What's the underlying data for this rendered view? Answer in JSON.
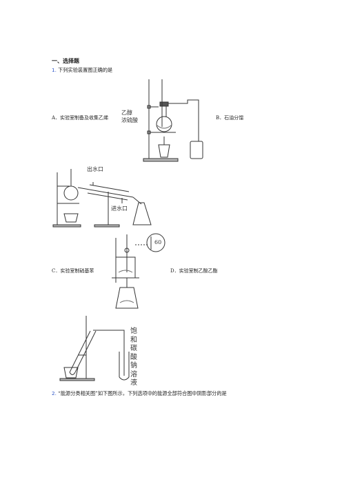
{
  "section": {
    "title": "一、选择题"
  },
  "q1": {
    "number": "1.",
    "text": "下列实验装置图正确的是",
    "options": {
      "A": "A．实验室制备及收集乙烯",
      "B": "B．石油分馏",
      "C": "C．实验室制硝基苯",
      "D": "D．实验室制乙酸乙酯"
    },
    "figA": {
      "label_line1": "乙醇",
      "label_line2": "浓硫酸"
    },
    "figB": {
      "outlet": "出水口",
      "inlet": "进水口"
    },
    "figC": {
      "thermometer": "60"
    },
    "figD": {
      "vertical_label": "饱和碳酸钠溶液"
    }
  },
  "q2": {
    "number": "2.",
    "text": "“能源分类相关图”如下图所示，下列选项中的能源全部符合图中阴影部分的是"
  }
}
